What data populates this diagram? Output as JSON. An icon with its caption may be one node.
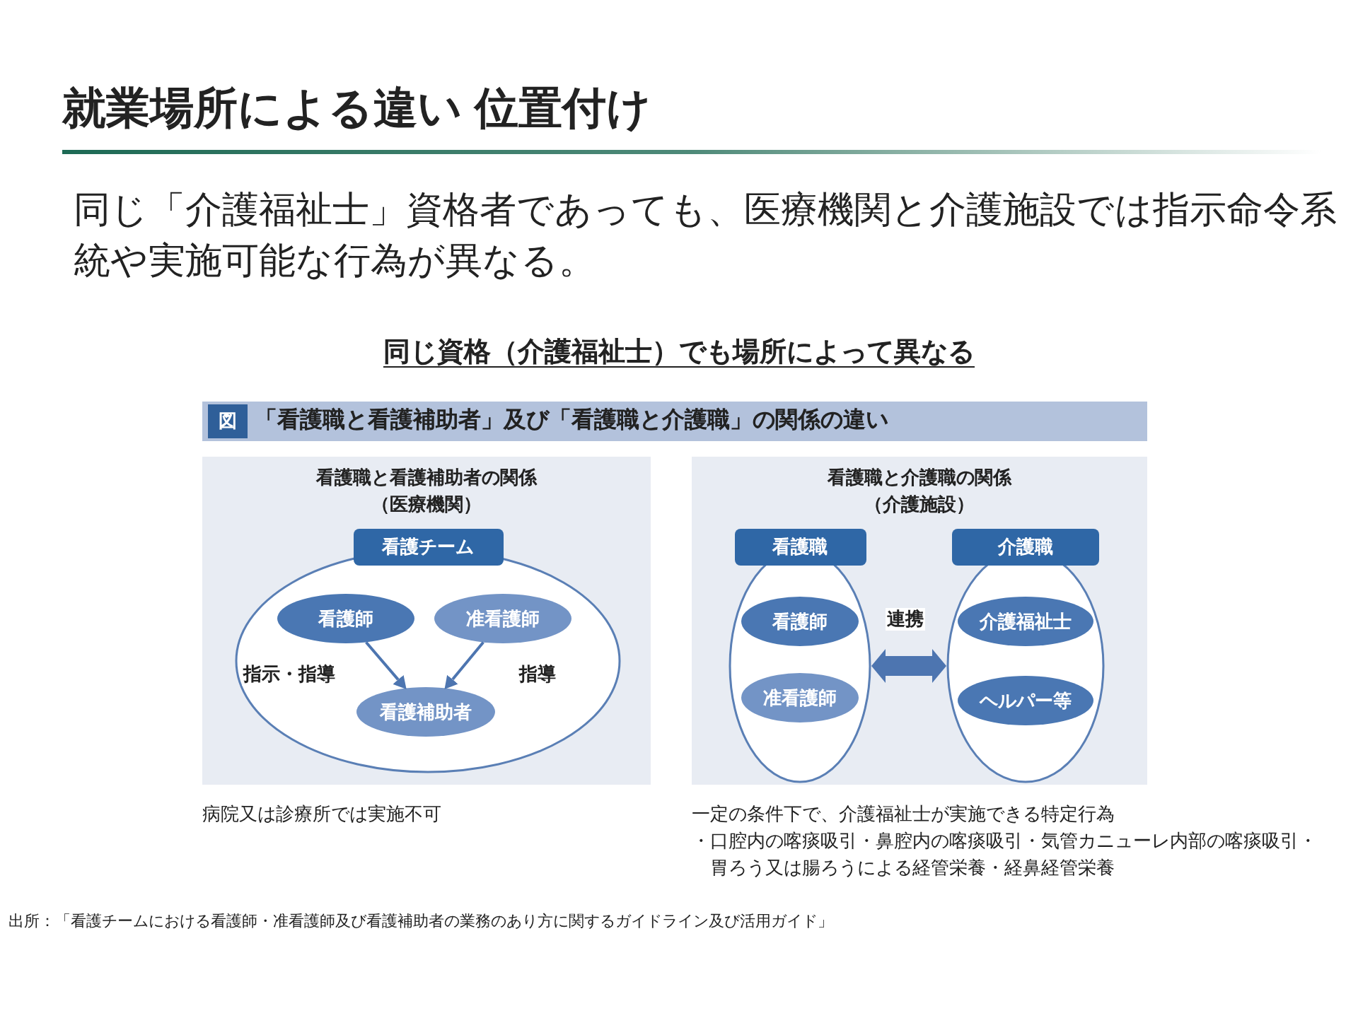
{
  "diagram": {
    "title": "就業場所による違い 位置付け",
    "nodes": [
      {
        "text": [
          "看護職と看護補助者の関係",
          "（医療機関）"
        ],
        "beside": [
          "病院又は診療所では実施不可"
        ]
      },
      {
        "text": [
          "看護チーム"
        ],
        "in": 0
      },
      {
        "text": [
          "看護師"
        ],
        "in": 1
      },
      {
        "text": [
          "准看護師"
        ],
        "in": 1
      },
      {
        "text": [
          "看護補助者"
        ],
        "in": 1
      },
      {
        "text": [
          "看護職と介護職の関係",
          "（介護施設）"
        ],
        "beside": [
          "一定の条件下で、介護福祉士が実施できる特定行為",
          "・口腔内の喀痰吸引・鼻腔内の喀痰吸引・気管カニューレ内部の喀痰吸引・胃ろう又は腸ろうによる経管栄養・経鼻経管栄養"
        ]
      },
      {
        "text": [
          "看護職"
        ],
        "in": 5
      },
      {
        "text": [
          "看護師"
        ],
        "in": 6
      },
      {
        "text": [
          "准看護師"
        ],
        "in": 6
      },
      {
        "text": [
          "介護職"
        ],
        "in": 5
      },
      {
        "text": [
          "介護福祉士"
        ],
        "in": 9
      },
      {
        "text": [
          "ヘルパー等"
        ],
        "in": 9
      }
    ],
    "edges": [
      {
        "from": 2,
        "to": 4,
        "arrow": "to",
        "label": "指示・指導"
      },
      {
        "from": 3,
        "to": 4,
        "arrow": "to",
        "label": "指導"
      },
      {
        "from": 6,
        "to": 9,
        "arrow": "both",
        "label": "連携",
        "style": "thick"
      }
    ],
    "labels": [
      "同じ「介護福祉士」資格者であっても、医療機関と介護施設では指示命令系統や実施可能な行為が異なる。",
      "同じ資格（介護福祉士）でも場所によって異なる",
      "図",
      "「看護職と看護補助者」及び「看護職と介護職」の関係の違い",
      "出所：「看護チームにおける看護師・准看護師及び看護補助者の業務のあり方に関するガイドライン及び活用ガイド」"
    ]
  }
}
